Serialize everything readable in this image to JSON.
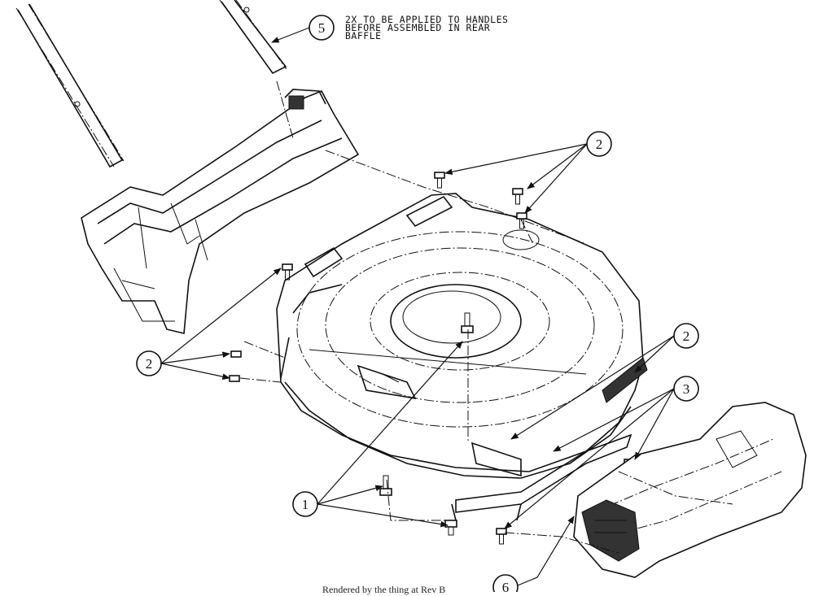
{
  "note": {
    "lines": [
      "2X TO BE APPLIED TO HANDLES",
      "BEFORE ASSEMBLED IN REAR",
      "BAFFLE"
    ]
  },
  "callouts": [
    {
      "id": "c5",
      "label": "5"
    },
    {
      "id": "c2a",
      "label": "2"
    },
    {
      "id": "c2b",
      "label": "2"
    },
    {
      "id": "c2c",
      "label": "2"
    },
    {
      "id": "c3",
      "label": "3"
    },
    {
      "id": "c1",
      "label": "1"
    },
    {
      "id": "c6",
      "label": "6"
    }
  ],
  "clipped_footer": "Rendered by the thing at Rev B",
  "colors": {
    "ink": "#111111",
    "background": "#ffffff"
  }
}
